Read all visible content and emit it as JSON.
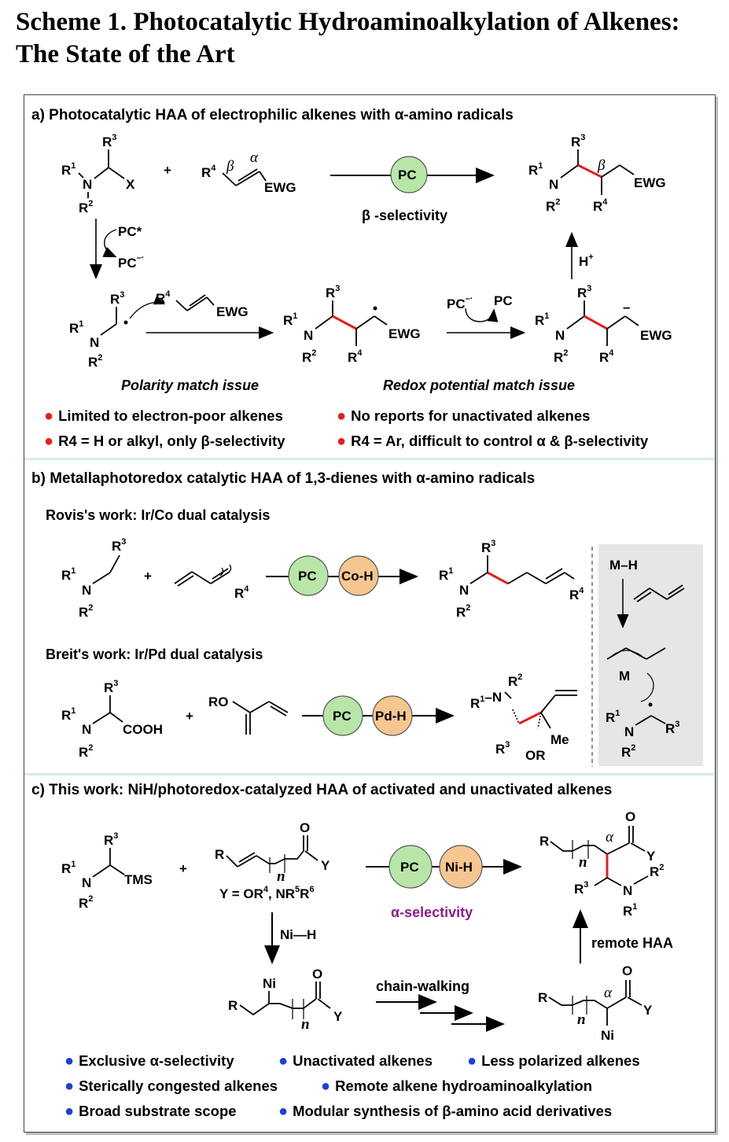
{
  "title": {
    "line1": "Scheme 1. Photocatalytic Hydroaminoalkylation of Alkenes:",
    "line2": "The State of the Art"
  },
  "panel_a": {
    "heading": "a) Photocatalytic HAA of electrophilic alkenes with α-amino radicals",
    "arrow_label": "β -selectivity",
    "h_plus": "H+",
    "issue_left": "Polarity match issue",
    "issue_right": "Redox potential match issue",
    "bullets": [
      "Limited to electron-poor alkenes",
      "No reports for unactivated alkenes",
      "R4 = H or alkyl, only β-selectivity",
      "R4 = Ar, difficult to control α & β-selectivity"
    ]
  },
  "panel_b": {
    "heading": "b) Metallaphotoredox catalytic HAA of 1,3-dienes with α-amino radicals",
    "rovis": "Rovis's work: Ir/Co dual catalysis",
    "breit": "Breit's work: Ir/Pd dual catalysis",
    "catalyst_co": "Co-H",
    "catalyst_pd": "Pd-H",
    "mh": "M–H"
  },
  "panel_c": {
    "heading": "c) This work: NiH/photoredox-catalyzed HAA of activated and unactivated alkenes",
    "y_def": "Y = OR4, NR5R6",
    "alpha_sel": "α-selectivity",
    "ni_h": "Ni—H",
    "chain_walking": "chain-walking",
    "remote": "remote HAA",
    "catalyst_ni": "Ni-H",
    "bullets_row1": [
      "Exclusive α-selectivity",
      "Unactivated alkenes",
      "Less polarized alkenes"
    ],
    "bullets_row2": [
      "Sterically congested alkenes",
      "Remote alkene hydroaminoalkylation"
    ],
    "bullets_row3": [
      "Broad substrate scope",
      "Modular synthesis of β-amino acid derivatives"
    ]
  },
  "pc": "PC",
  "colors": {
    "pc_green": "#b8e6a8",
    "metal_orange": "#f6c690",
    "red_bond": "#e02020",
    "alpha_purple": "#8a1f8a",
    "gray_box": "#e6e6e6"
  }
}
